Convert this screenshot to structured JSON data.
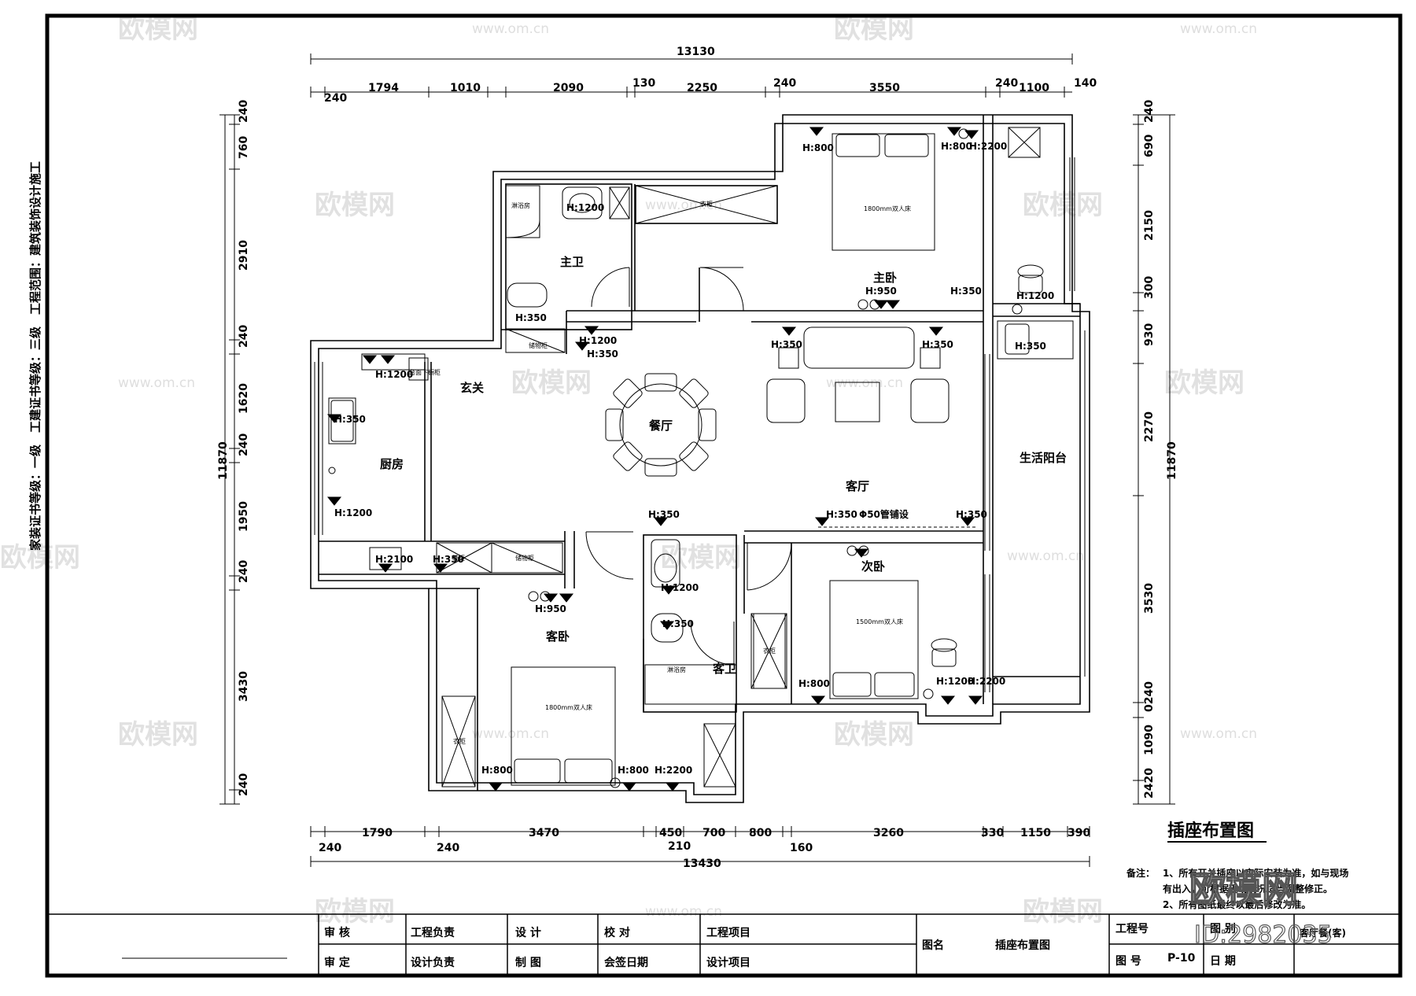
{
  "sheet": {
    "title": "插座布置图",
    "side_note": "家装证书等级：一级　工建证书等级：三级　工程范围：建筑装饰设计施工",
    "notes_label": "备注：",
    "note_1a": "1、所有开关插座以实际安装为准，如与现场",
    "note_1b": "有出入，可根据现场情况适当调整修正。",
    "note_2": "2、所有图纸最终以最后修改为准。"
  },
  "dims_top": {
    "total": "13130",
    "segments": [
      "240",
      "1794",
      "1010",
      "2090",
      "130",
      "2250",
      "240",
      "3550",
      "240",
      "1100",
      "140"
    ]
  },
  "dims_bottom": {
    "total": "13430",
    "segments": [
      "1790",
      "3470",
      "450",
      "700",
      "800",
      "3260",
      "330",
      "1150",
      "390"
    ],
    "sub": [
      "240",
      "240",
      "210",
      "160"
    ]
  },
  "dims_left": {
    "total": "11870",
    "segments": [
      "240",
      "760",
      "2910",
      "240",
      "1620",
      "240",
      "1950",
      "240",
      "3430",
      "240"
    ]
  },
  "dims_right": {
    "total": "11870",
    "segments": [
      "240",
      "690",
      "2150",
      "300",
      "930",
      "2270",
      "3530",
      "0240",
      "1090",
      "2420"
    ]
  },
  "rooms": {
    "master_bath": "主卫",
    "master_bed": "主卧",
    "foyer": "玄关",
    "kitchen": "厨房",
    "dining": "餐厅",
    "living": "客厅",
    "balcony": "生活阳台",
    "second_bed": "次卧",
    "guest_bed": "客卧",
    "guest_bath": "客卫",
    "pipe": "Φ50管铺设"
  },
  "sockets": {
    "h350": "H:350",
    "h800": "H:800",
    "h950": "H:950",
    "h1200": "H:1200",
    "h2100": "H:2100",
    "h2200": "H:2200"
  },
  "furniture": {
    "bed_master": "1800mm双人床",
    "bed_second": "1500mm双人床",
    "bed_guest": "1800mm双人床",
    "wardrobe": "衣柜",
    "shower": "淋浴房",
    "shoe_cabinet": "鞋柜",
    "storage": "储物柜",
    "counter": "台面下橱柜"
  },
  "title_block": {
    "r1": [
      "审 核",
      "工程负责",
      "设 计",
      "校 对",
      "工程项目"
    ],
    "r2": [
      "审 定",
      "设计负责",
      "制 图",
      "会签日期",
      "设计项目"
    ],
    "drawing_name_label": "图名",
    "drawing_name": "插座布置图",
    "project_no": "工程号",
    "category": "图 别",
    "category_value": "客厅餐(客)",
    "drawing_no": "图 号",
    "drawing_no_value": "P-10",
    "date": "日 期"
  },
  "watermark": {
    "brand": "欧模网",
    "url": "www.om.cn",
    "id": "ID:2982035"
  }
}
